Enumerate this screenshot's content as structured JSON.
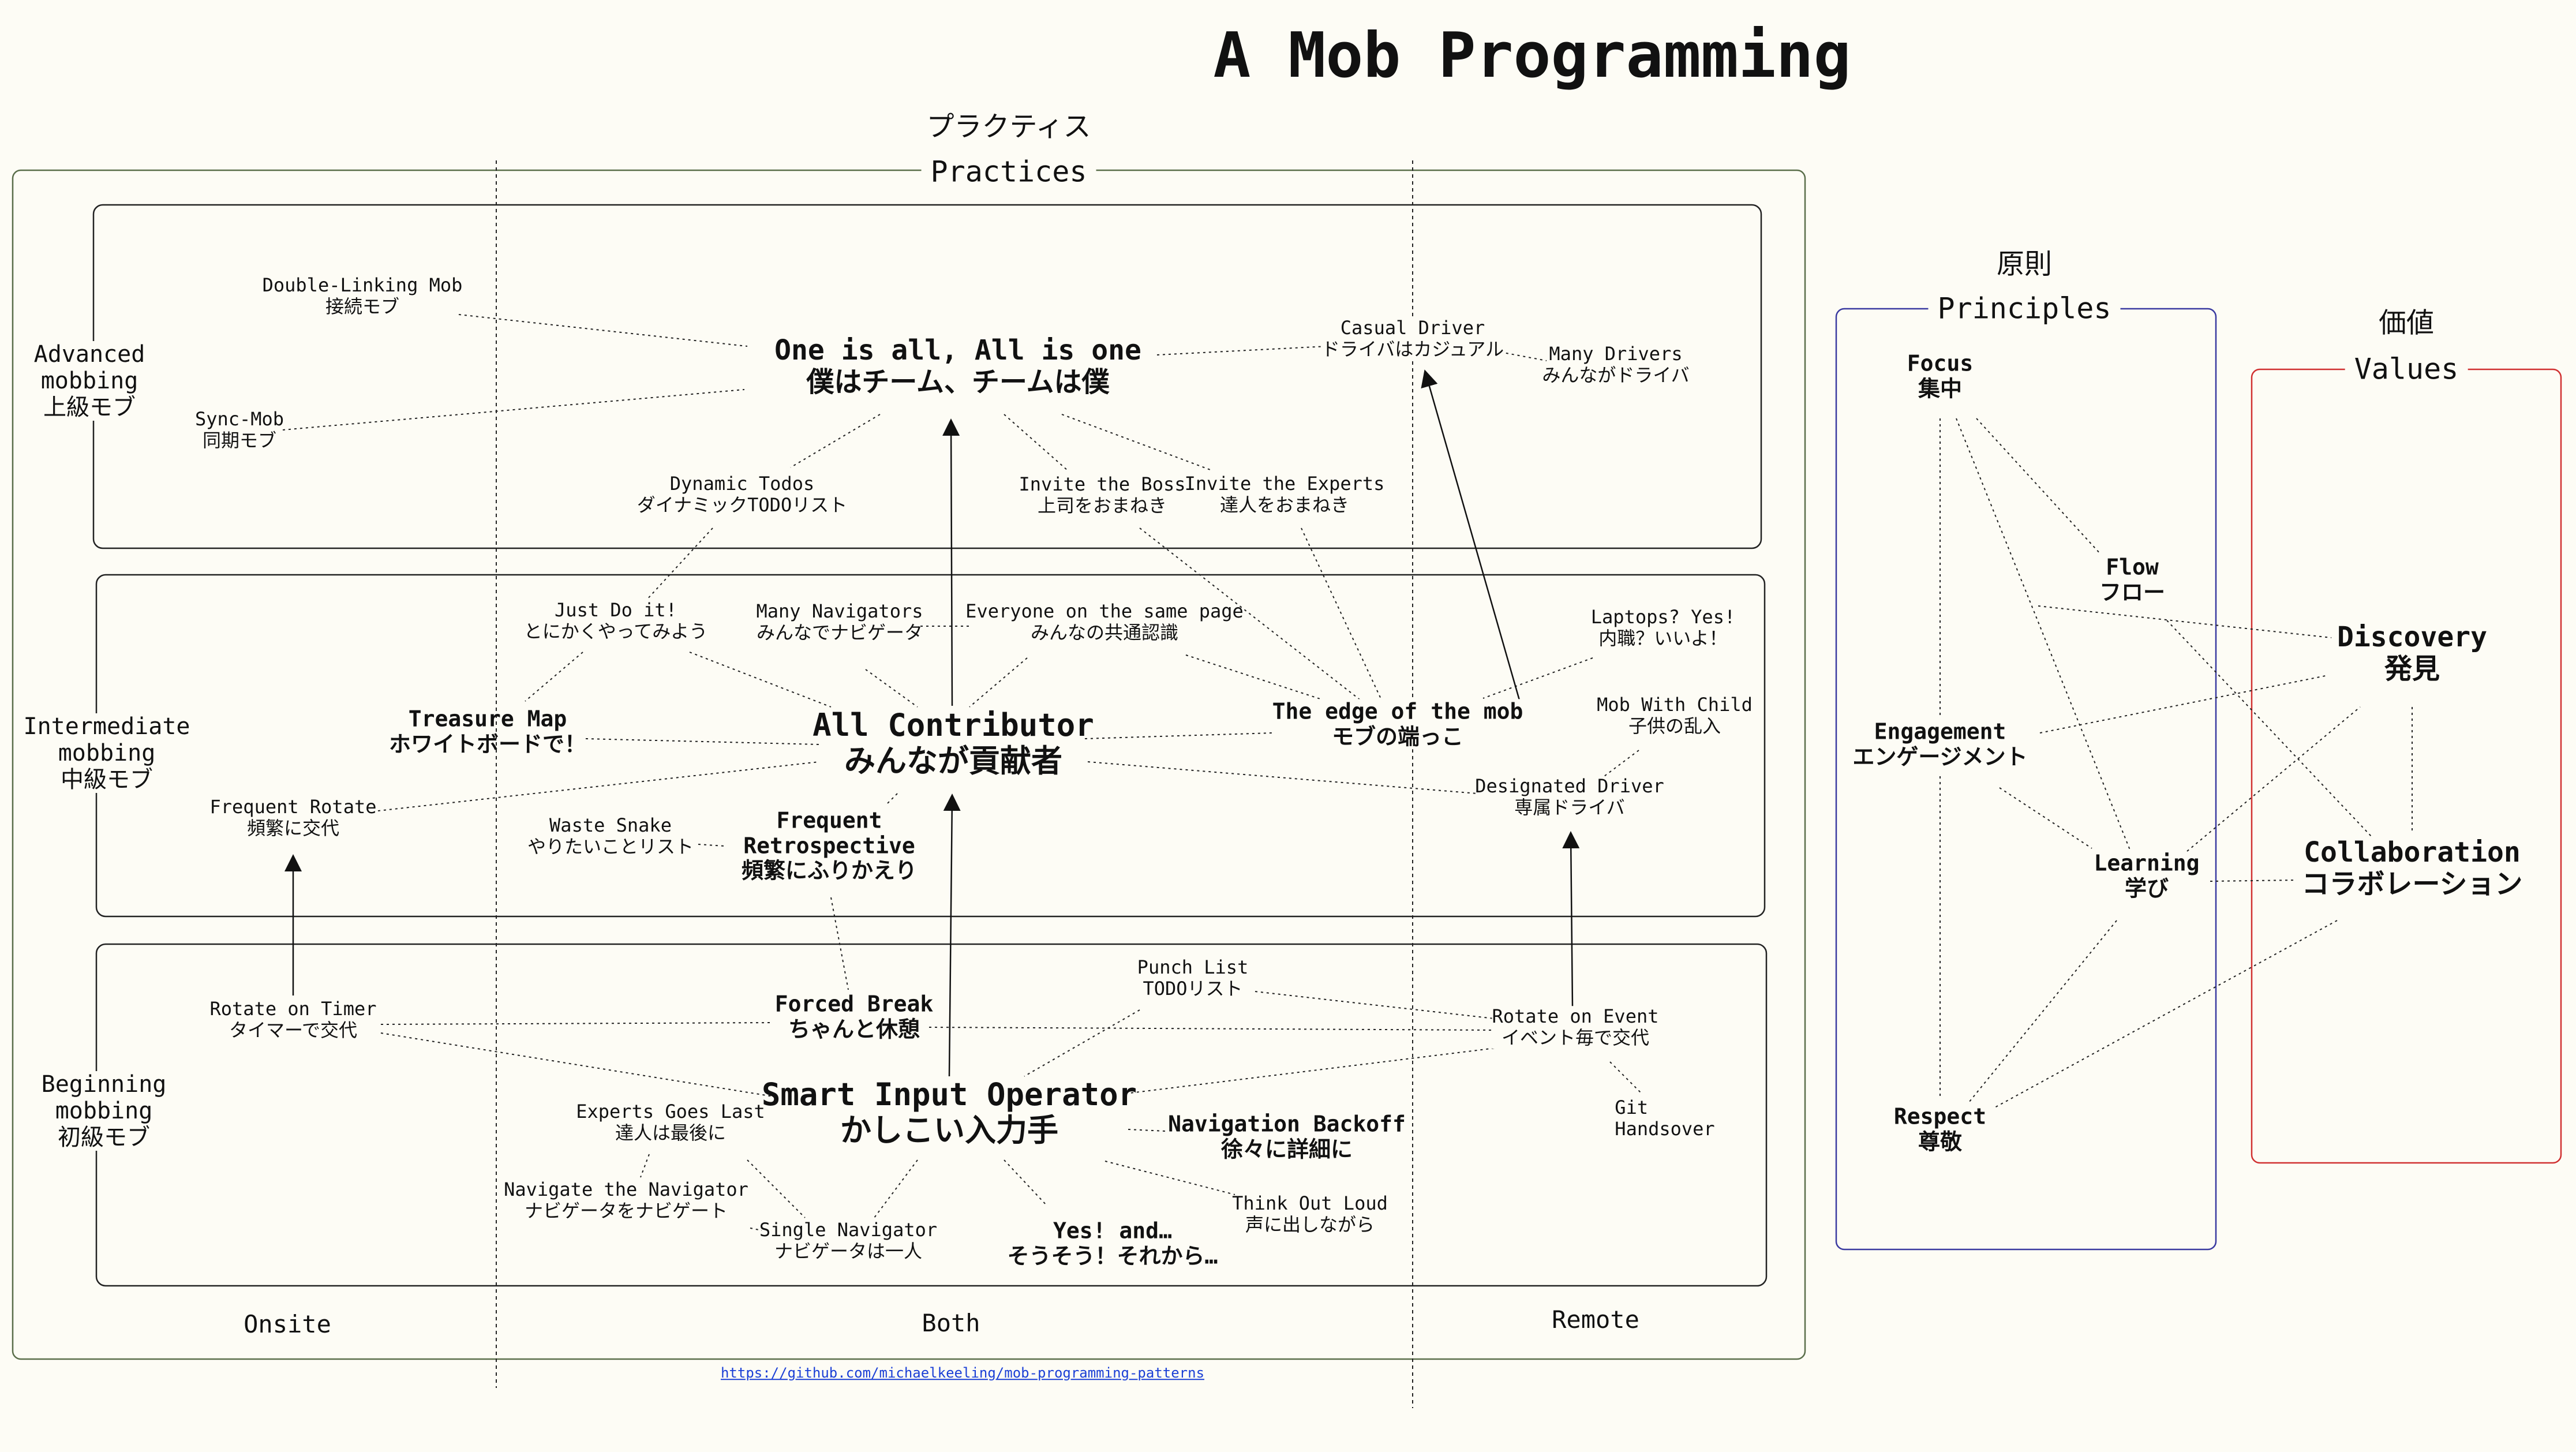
{
  "title": "A Mob Programming",
  "sections": {
    "practices": {
      "jp": "プラクティス",
      "en": "Practices"
    },
    "principles": {
      "jp": "原則",
      "en": "Principles"
    },
    "values": {
      "jp": "価値",
      "en": "Values"
    }
  },
  "levels": {
    "advanced": [
      "Advanced",
      "mobbing",
      "上級モブ"
    ],
    "intermediate": [
      "Intermediate",
      "mobbing",
      "中級モブ"
    ],
    "beginning": [
      "Beginning",
      "mobbing",
      "初級モブ"
    ]
  },
  "columns": {
    "onsite": "Onsite",
    "both": "Both",
    "remote": "Remote"
  },
  "practices": {
    "double_linking": [
      "Double-Linking Mob",
      "接続モブ"
    ],
    "sync_mob": [
      "Sync-Mob",
      "同期モブ"
    ],
    "one_is_all": [
      "One is all, All is one",
      "僕はチーム、チームは僕"
    ],
    "casual_driver": [
      "Casual Driver",
      "ドライバはカジュアル"
    ],
    "many_drivers": [
      "Many Drivers",
      "みんながドライバ"
    ],
    "dynamic_todos": [
      "Dynamic Todos",
      "ダイナミックTODOリスト"
    ],
    "invite_boss": [
      "Invite the Boss",
      "上司をおまねき"
    ],
    "invite_experts": [
      "Invite the Experts",
      "達人をおまねき"
    ],
    "just_do_it": [
      "Just Do it!",
      "とにかくやってみよう"
    ],
    "many_navigators": [
      "Many Navigators",
      "みんなでナビゲータ"
    ],
    "same_page": [
      "Everyone on the same page",
      "みんなの共通認識"
    ],
    "laptops": [
      "Laptops? Yes!",
      "内職？いいよ！"
    ],
    "treasure_map": [
      "Treasure Map",
      "ホワイトボードで！"
    ],
    "all_contributor": [
      "All Contributor",
      "みんなが貢献者"
    ],
    "edge_of_mob": [
      "The edge of the mob",
      "モブの端っこ"
    ],
    "mob_with_child": [
      "Mob With Child",
      "子供の乱入"
    ],
    "frequent_rotate": [
      "Frequent Rotate",
      "頻繁に交代"
    ],
    "waste_snake": [
      "Waste Snake",
      "やりたいことリスト"
    ],
    "frequent_retro": [
      "Frequent",
      "Retrospective",
      "頻繁にふりかえり"
    ],
    "designated_driver": [
      "Designated Driver",
      "専属ドライバ"
    ],
    "punch_list": [
      "Punch List",
      "TODOリスト"
    ],
    "rotate_on_timer": [
      "Rotate on Timer",
      "タイマーで交代"
    ],
    "forced_break": [
      "Forced Break",
      "ちゃんと休憩"
    ],
    "rotate_on_event": [
      "Rotate on Event",
      "イベント毎で交代"
    ],
    "smart_input": [
      "Smart Input Operator",
      "かしこい入力手"
    ],
    "git_handsover": [
      "Git",
      "Handsover"
    ],
    "experts_last": [
      "Experts Goes Last",
      "達人は最後に"
    ],
    "navigation_backoff": [
      "Navigation Backoff",
      "徐々に詳細に"
    ],
    "navigate_navigator": [
      "Navigate the Navigator",
      "ナビゲータをナビゲート"
    ],
    "think_out_loud": [
      "Think Out Loud",
      "声に出しながら"
    ],
    "single_navigator": [
      "Single Navigator",
      "ナビゲータは一人"
    ],
    "yes_and": [
      "Yes! and…",
      "そうそう！それから…"
    ]
  },
  "principles": {
    "focus": [
      "Focus",
      "集中"
    ],
    "flow": [
      "Flow",
      "フロー"
    ],
    "engagement": [
      "Engagement",
      "エンゲージメント"
    ],
    "learning": [
      "Learning",
      "学び"
    ],
    "respect": [
      "Respect",
      "尊敬"
    ]
  },
  "values": {
    "discovery": [
      "Discovery",
      "発見"
    ],
    "collaboration": [
      "Collaboration",
      "コラボレーション"
    ]
  },
  "link": "https://github.com/michaelkeeling/mob-programming-patterns",
  "colors": {
    "practices_border": "#5a6e4a",
    "principles_border": "#3a3aa0",
    "values_border": "#d03030",
    "background": "#fdfcf5"
  }
}
